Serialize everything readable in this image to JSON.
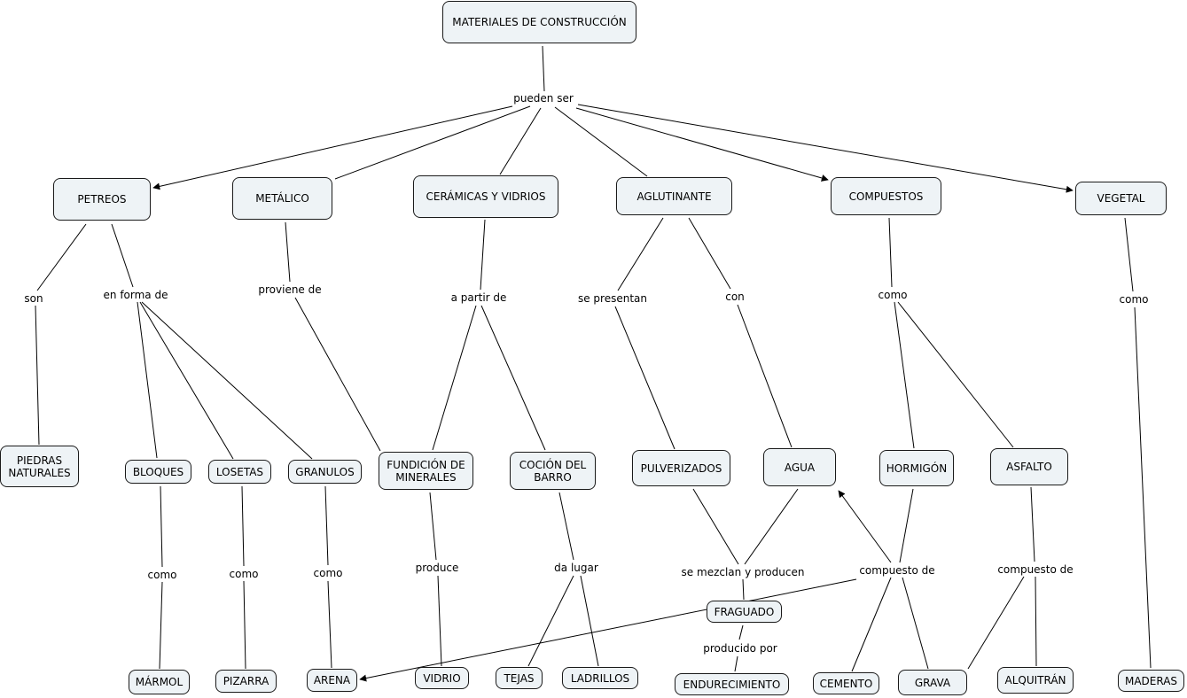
{
  "concepts": {
    "materiales": "MATERIALES DE CONSTRUCCIÓN",
    "petreos": "PETREOS",
    "metalico": "METÁLICO",
    "ceramicas": "CERÁMICAS Y VIDRIOS",
    "aglutinante": "AGLUTINANTE",
    "compuestos": "COMPUESTOS",
    "vegetal": "VEGETAL",
    "piedras": "PIEDRAS\nNATURALES",
    "bloques": "BLOQUES",
    "losetas": "LOSETAS",
    "granulos": "GRANULOS",
    "fundicion": "FUNDICIÓN DE\nMINERALES",
    "cocion": "COCIÓN DEL\nBARRO",
    "pulverizados": "PULVERIZADOS",
    "agua": "AGUA",
    "hormigon": "HORMIGÓN",
    "asfalto": "ASFALTO",
    "fraguado": "FRAGUADO",
    "marmol": "MÁRMOL",
    "pizarra": "PIZARRA",
    "arena": "ARENA",
    "vidrio": "VIDRIO",
    "tejas": "TEJAS",
    "ladrillos": "LADRILLOS",
    "endurecimiento": "ENDURECIMIENTO",
    "cemento": "CEMENTO",
    "grava": "GRAVA",
    "alquitran": "ALQUITRÁN",
    "maderas": "MADERAS"
  },
  "links": {
    "pueden_ser": "pueden ser",
    "son": "son",
    "en_forma_de": "en forma de",
    "proviene_de": "proviene de",
    "a_partir_de": "a partir de",
    "se_presentan": "se presentan",
    "con": "con",
    "como_compuestos": "como",
    "como_vegetal": "como",
    "como_bloques": "como",
    "como_losetas": "como",
    "como_granulos": "como",
    "produce": "produce",
    "da_lugar": "da lugar",
    "se_mezclan": "se mezclan y producen",
    "compuesto_de_hormigon": "compuesto de",
    "compuesto_de_asfalto": "compuesto de",
    "producido_por": "producido por"
  },
  "colors": {
    "node_fill": "#eef3f6",
    "node_border": "#1a1a1a",
    "line": "#000000"
  }
}
